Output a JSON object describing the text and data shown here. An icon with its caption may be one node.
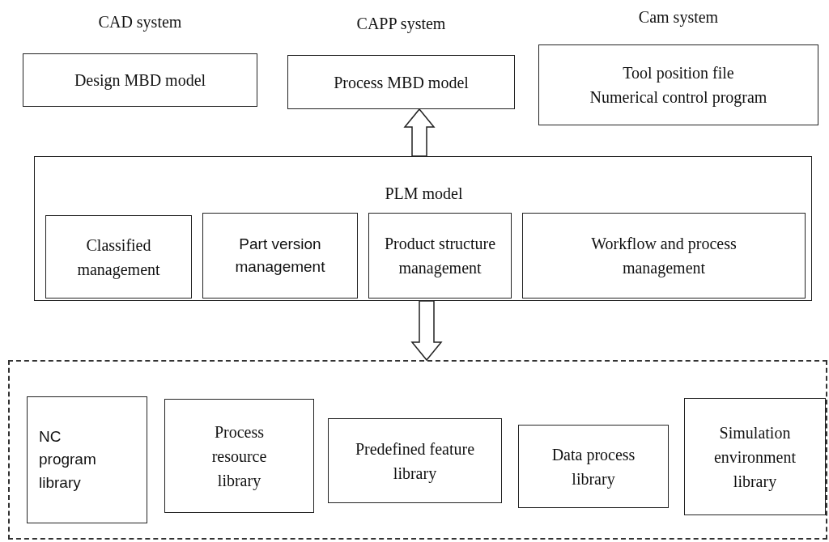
{
  "diagram": {
    "nodes": [
      {
        "text": [
          "CAD system",
          "Design MBD model"
        ]
      },
      {
        "text": [
          "CAPP system",
          "Process MBD model"
        ]
      },
      {
        "text": [
          "Cam system",
          "Tool position file",
          "Numerical control program"
        ]
      },
      {
        "text": [
          "PLM model"
        ]
      },
      {
        "text": [
          "Classified management"
        ],
        "in": 3
      },
      {
        "text": [
          "Part version management"
        ],
        "in": 3
      },
      {
        "text": [
          "Product structure management"
        ],
        "in": 3
      },
      {
        "text": [
          "Workflow and process management"
        ],
        "in": 3
      },
      {
        "text": [],
        "shape": "box"
      },
      {
        "text": [
          "NC program library"
        ],
        "in": 8
      },
      {
        "text": [
          "Process resource library"
        ],
        "in": 8
      },
      {
        "text": [
          "Predefined feature library"
        ],
        "in": 8
      },
      {
        "text": [
          "Data process library"
        ],
        "in": 8
      },
      {
        "text": [
          "Simulation environment library"
        ],
        "in": 8
      }
    ],
    "edges": [
      {
        "from": 3,
        "to": 1,
        "arrow": "to"
      },
      {
        "from": 3,
        "to": 8,
        "arrow": "to"
      }
    ]
  }
}
